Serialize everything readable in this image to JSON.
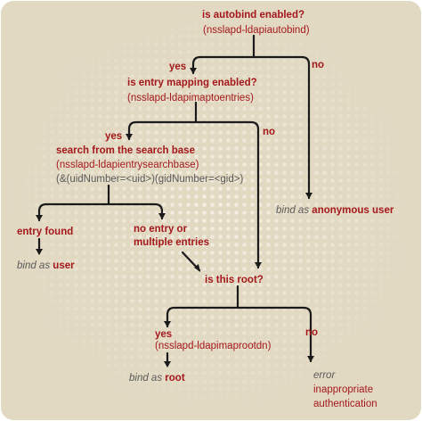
{
  "colors": {
    "background": "#e9e1cd",
    "panel": "#e2d9c3",
    "dots": "#f4efe3",
    "line": "#1a1a1a",
    "accent": "#a4181b",
    "muted": "#5a5a5a"
  },
  "nodes": {
    "autobind": {
      "question": "is autobind enabled?",
      "attribute": "(nsslapd-ldapiautobind)",
      "yes": "yes",
      "no": "no"
    },
    "entry_mapping": {
      "question": "is entry mapping enabled?",
      "attribute": "(nsslapd-ldapimaptoentries)",
      "yes": "yes",
      "no": "no"
    },
    "search": {
      "title": "search from the search base",
      "attribute": "(nsslapd-ldapientrysearchbase)",
      "filter": "(&(uidNumber=<uid>)(gidNumber=<gid>)"
    },
    "entry_found": {
      "label": "entry found",
      "result_prefix": "bind as",
      "result_target": "user"
    },
    "no_entry": {
      "line1": "no entry or",
      "line2": "multiple entries"
    },
    "anonymous": {
      "result_prefix": "bind as",
      "result_target": "anonymous user"
    },
    "root": {
      "question": "is this root?",
      "yes": "yes",
      "attribute": "(nsslapd-ldapimaprootdn)",
      "no": "no",
      "result_prefix": "bind as",
      "result_target": "root",
      "error_label": "error",
      "error_line1": "inappropriate",
      "error_line2": "authentication"
    }
  }
}
